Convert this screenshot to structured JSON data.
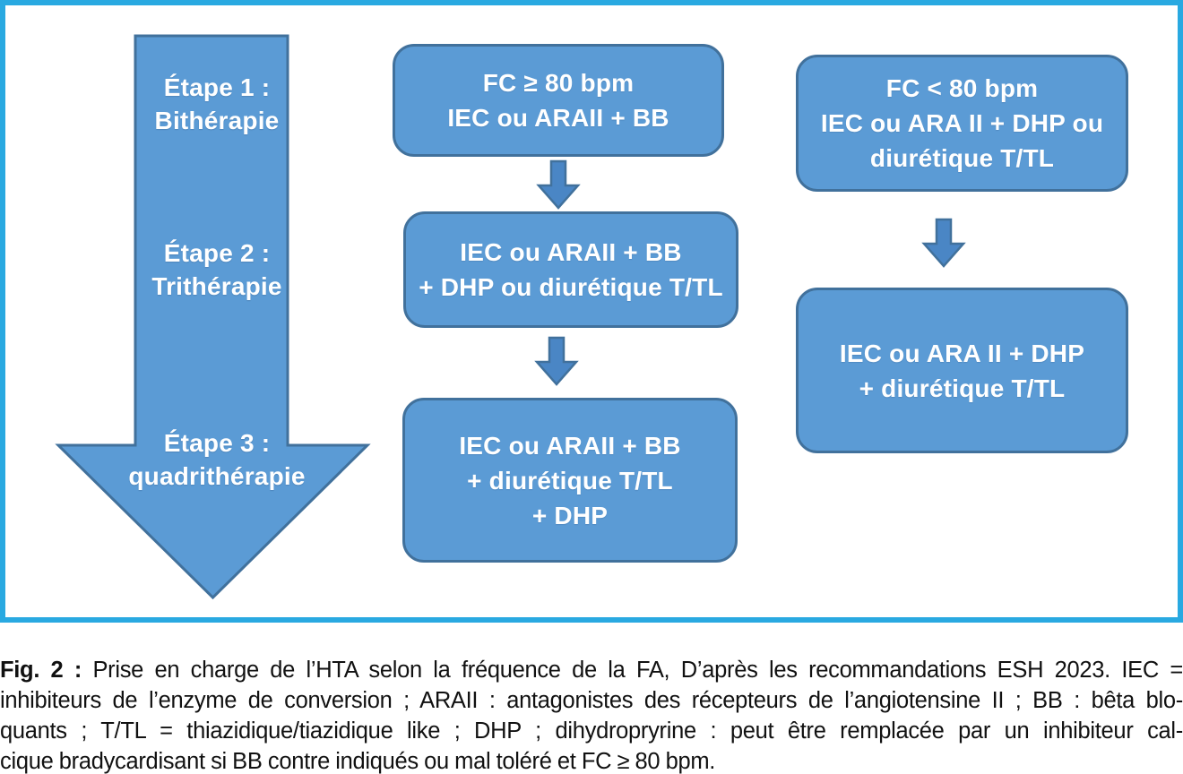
{
  "figure": {
    "frame_border_color": "#29A9E1",
    "box_fill_color": "#5B9BD5",
    "box_border_color": "#41719C",
    "arrow_fill_color": "#4A86C5",
    "box_text_color": "#ffffff",
    "caption_text_color": "#111111"
  },
  "stages": [
    {
      "line1": "Étape 1 :",
      "line2": "Bithérapie"
    },
    {
      "line1": "Étape 2 :",
      "line2": "Trithérapie"
    },
    {
      "line1": "Étape 3 :",
      "line2": "quadrithérapie"
    }
  ],
  "middle_boxes": [
    {
      "lines": [
        "FC ≥ 80 bpm",
        "IEC ou ARAII + BB"
      ]
    },
    {
      "lines": [
        "IEC ou ARAII + BB",
        "+ DHP ou diurétique T/TL"
      ]
    },
    {
      "lines": [
        "IEC ou ARAII + BB",
        "+ diurétique T/TL",
        "+ DHP"
      ]
    }
  ],
  "right_boxes": [
    {
      "lines": [
        "FC < 80 bpm",
        "IEC ou ARA II + DHP ou",
        "diurétique T/TL"
      ]
    },
    {
      "lines": [
        "IEC ou ARA II + DHP",
        "+ diurétique T/TL"
      ]
    }
  ],
  "caption": {
    "prefix": "Fig. 2 :",
    "line1_rest": " Prise en charge de l’HTA selon la fréquence de la FA, D’après les recommandations ESH 2023. IEC =",
    "line2": "inhibiteurs de l’enzyme de conversion ; ARAII : antagonistes des récepteurs de l’angiotensine II ; BB : bêta blo-",
    "line3": "quants ; T/TL = thiazidique/tiazidique like ; DHP ; dihydropryrine : peut être remplacée par un inhibiteur cal-",
    "line4": "cique bradycardisant si BB contre indiqués ou mal toléré et FC ≥ 80 bpm."
  }
}
